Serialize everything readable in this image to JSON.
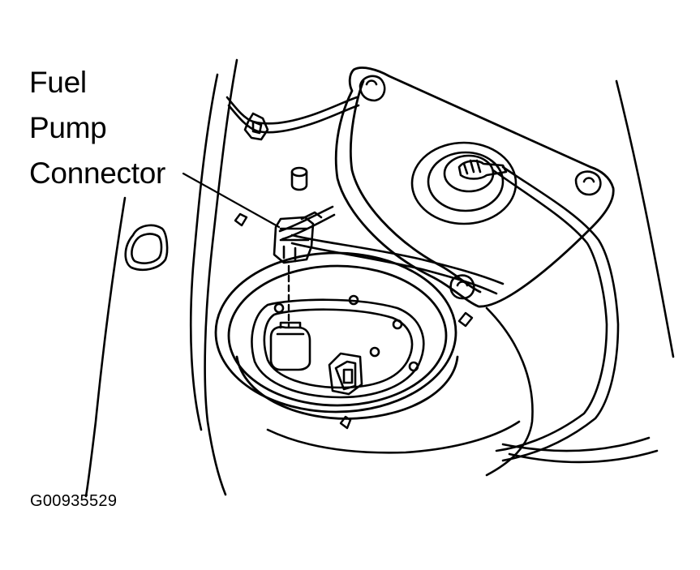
{
  "callout": {
    "line_1": "Fuel",
    "line_2": "Pump",
    "line_3": "Connector"
  },
  "figure_id": "G00935529",
  "colors": {
    "ink": "#000000",
    "paper": "#ffffff"
  }
}
